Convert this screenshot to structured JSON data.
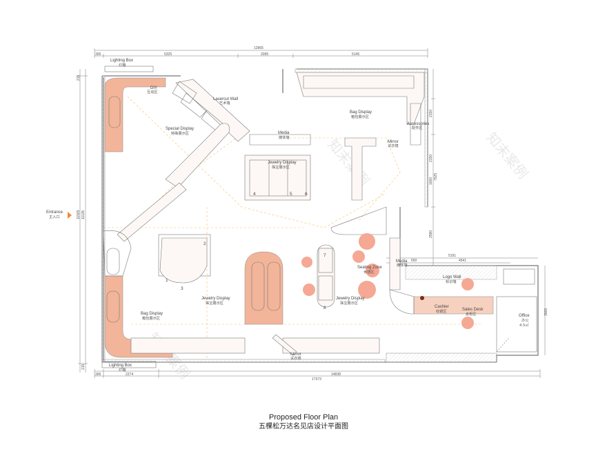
{
  "caption": {
    "title_en": "Proposed Floor Plan",
    "title_cn": "五棵松万达名见店设计平面图"
  },
  "colors": {
    "accent": "#f2b59a",
    "accent_dark": "#e89474",
    "line": "#555555",
    "dash": "#f0c060",
    "entrance": "#f08a3a"
  },
  "dimensions": {
    "top_total": "12865",
    "top_a": "300",
    "top_b": "5325",
    "top_c": "2095",
    "top_d": "5145",
    "bottom_total": "17373",
    "bottom_b": "14838",
    "bottom_a": "300",
    "bottom_c": "2274",
    "left_a": "215",
    "left_b": "11135",
    "left_c": "11565",
    "left_d": "215",
    "right_a": "2150",
    "right_b": "2150",
    "right_c": "7525",
    "right_d": "1660",
    "right_e": "2580",
    "right_f": "3565",
    "mid_a": "5191",
    "mid_b": "4541",
    "mid_c": "650"
  },
  "zones": {
    "lighting_box_top": {
      "en": "Lighting Box",
      "cn": "灯箱"
    },
    "lighting_box_bottom": {
      "en": "Lighting Box",
      "cn": "灯箱"
    },
    "diy": {
      "en": "DIY",
      "cn": "互动区"
    },
    "lasercut": {
      "en": "Lasercut Wall",
      "cn": "艺术墙"
    },
    "special": {
      "en": "Special Display",
      "cn": "特殊展示区"
    },
    "media_top": {
      "en": "Media",
      "cn": "媒体墙"
    },
    "bag_top": {
      "en": "Bag Display",
      "cn": "箱包展示区"
    },
    "accessories": {
      "en": "Accessories",
      "cn": "配件区"
    },
    "mirror_top": {
      "en": "Mirror",
      "cn": "试衣镜"
    },
    "jewelry_top": {
      "en": "Jewelry Display",
      "cn": "珠宝展示区"
    },
    "entrance": {
      "en": "Entrance",
      "cn": "主入口"
    },
    "seating": {
      "en": "Seating Zone",
      "cn": "休憩区"
    },
    "media_right": {
      "en": "Media",
      "cn": "媒体墙"
    },
    "logo_wall": {
      "en": "Logo Wall",
      "cn": "标识墙"
    },
    "cashier": {
      "en": "Cashier",
      "cn": "收银区"
    },
    "sales_desk": {
      "en": "Sales Desk",
      "cn": "走柜区"
    },
    "office": {
      "en": "Office",
      "cn": "办公",
      "area": "4.5㎡"
    },
    "bag_bottom": {
      "en": "Bag Display",
      "cn": "箱包展示区"
    },
    "jewelry_mid": {
      "en": "Jewelry Display",
      "cn": "珠宝展示区"
    },
    "jewelry_right": {
      "en": "Jewelry Display",
      "cn": "珠宝展示区"
    },
    "mirror_bottom": {
      "en": "Mirror",
      "cn": "试衣镜"
    }
  },
  "fixture_numbers": [
    "1",
    "2",
    "3",
    "4",
    "5",
    "6",
    "7",
    "8"
  ],
  "watermark": "知末案例"
}
